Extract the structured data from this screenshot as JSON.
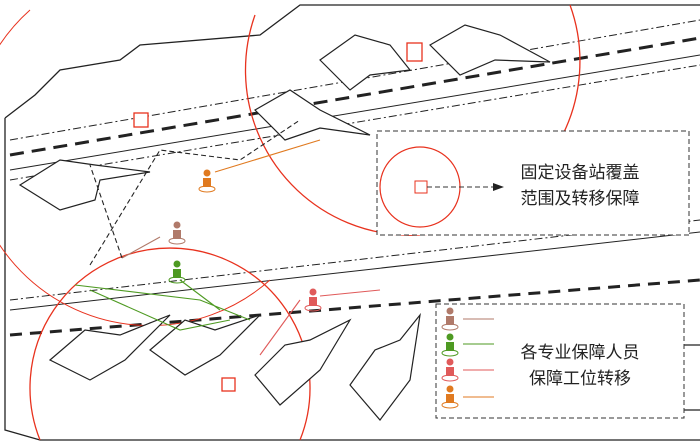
{
  "fixed_station_box": {
    "line1": "固定设备站覆盖",
    "line2": "范围及转移保障"
  },
  "personnel_legend": {
    "line1": "各专业保障人员",
    "line2": "保障工位转移",
    "entries": [
      {
        "role": "brown-person",
        "color": "#b07a6a"
      },
      {
        "role": "green-person",
        "color": "#4e9a22"
      },
      {
        "role": "red-person",
        "color": "#e05a5a"
      },
      {
        "role": "orange-person",
        "color": "#e07a20"
      }
    ]
  },
  "colors": {
    "coverage": "#e8321e",
    "outline": "#222222"
  }
}
